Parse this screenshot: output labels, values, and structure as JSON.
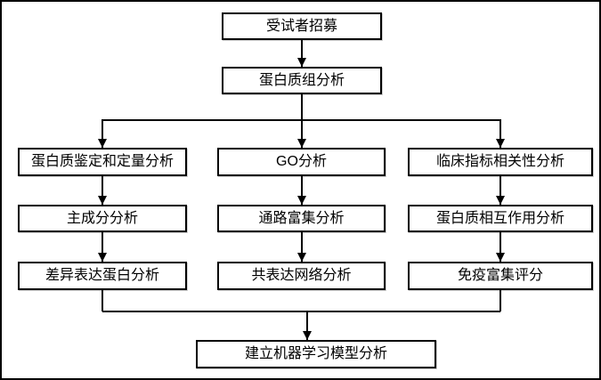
{
  "diagram": {
    "type": "flowchart",
    "colors": {
      "background": "#ffffff",
      "box_fill": "#ffffff",
      "box_border": "#000000",
      "line": "#000000",
      "text": "#000000"
    },
    "nodes": {
      "recruitment": "受试者招募",
      "proteomics": "蛋白质组分析",
      "protein_id_quant": "蛋白质鉴定和定量分析",
      "pca": "主成分分析",
      "dep": "差异表达蛋白分析",
      "go": "GO分析",
      "pathway": "通路富集分析",
      "coexpression": "共表达网络分析",
      "clinical_corr": "临床指标相关性分析",
      "ppi": "蛋白质相互作用分析",
      "immune_score": "免疫富集评分",
      "ml_model": "建立机器学习模型分析"
    },
    "edges": [
      {
        "from": "recruitment",
        "to": "proteomics"
      },
      {
        "from": "proteomics",
        "to": "protein_id_quant"
      },
      {
        "from": "proteomics",
        "to": "go"
      },
      {
        "from": "proteomics",
        "to": "clinical_corr"
      },
      {
        "from": "protein_id_quant",
        "to": "pca"
      },
      {
        "from": "pca",
        "to": "dep"
      },
      {
        "from": "go",
        "to": "pathway"
      },
      {
        "from": "pathway",
        "to": "coexpression"
      },
      {
        "from": "clinical_corr",
        "to": "ppi"
      },
      {
        "from": "ppi",
        "to": "immune_score"
      },
      {
        "from": "dep",
        "to": "ml_model"
      },
      {
        "from": "immune_score",
        "to": "ml_model"
      }
    ]
  }
}
